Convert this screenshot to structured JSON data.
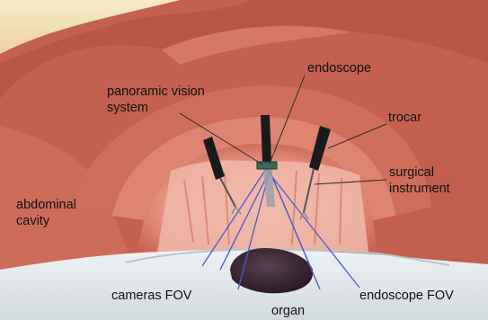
{
  "labels": {
    "endoscope": "endoscope",
    "panoramic_line1": "panoramic vision",
    "panoramic_line2": "system",
    "trocar": "trocar",
    "surgical_line1": "surgical",
    "surgical_line2": "instrument",
    "abdominal_line1": "abdominal",
    "abdominal_line2": "cavity",
    "cameras_fov": "cameras FOV",
    "organ": "organ",
    "endoscope_fov": "endoscope FOV"
  },
  "colors": {
    "background": "#ffffff",
    "tissue_outer": "#c85f4e",
    "tissue_mid": "#d67563",
    "tissue_inner": "#e8a090",
    "cavity_far": "#efb8a8",
    "abdominal_wall": "#7a7a55",
    "floor": "#dfe6ea",
    "organ": "#3a2a35",
    "instrument": "#1a1a1a",
    "trocar_gray": "#9aa0a8",
    "fov_lines": "#4a5ad0",
    "leader_lines": "#2a2a2a",
    "sky_top": "#f3e4b5"
  }
}
